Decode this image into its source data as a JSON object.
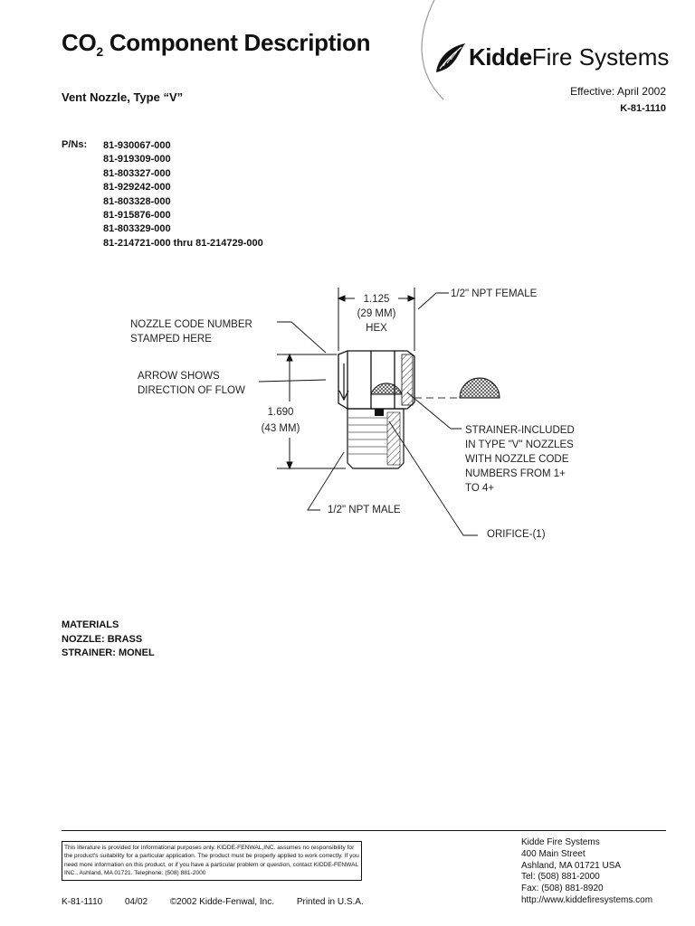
{
  "header": {
    "title_prefix": "CO",
    "title_sub": "2",
    "title_rest": " Component Description",
    "subtitle": "Vent Nozzle, Type “V”",
    "brand_bold": "Kidde",
    "brand_rest": "Fire Systems",
    "effective": "Effective: April 2002",
    "doc_number": "K-81-1110"
  },
  "part_numbers": {
    "label": "P/Ns:",
    "items": [
      "81-930067-000",
      "81-919309-000",
      "81-803327-000",
      "81-929242-000",
      "81-803328-000",
      "81-915876-000",
      "81-803329-000",
      "81-214721-000 thru 81-214729-000"
    ]
  },
  "drawing": {
    "hex_dim": [
      "1.125",
      "(29 MM)",
      "HEX"
    ],
    "female_label": "1/2\" NPT FEMALE",
    "code_label": [
      "NOZZLE CODE NUMBER",
      "STAMPED HERE"
    ],
    "arrow_label": [
      "ARROW SHOWS",
      "DIRECTION OF FLOW"
    ],
    "height_dim": [
      "1.690",
      "(43 MM)"
    ],
    "strainer_label": [
      "STRAINER-INCLUDED",
      "IN TYPE \"V\" NOZZLES",
      "WITH NOZZLE CODE",
      "NUMBERS FROM 1+",
      "TO 4+"
    ],
    "male_label": "1/2\" NPT MALE",
    "orifice_label": "ORIFICE-(1)"
  },
  "materials": {
    "heading": "MATERIALS",
    "nozzle": "NOZZLE: BRASS",
    "strainer": "STRAINER: MONEL"
  },
  "footer": {
    "disclaimer": "This literature is provided for informational purposes only. KIDDE-FENWAL,INC. assumes no responsibility for the product's suitability for a particular application. The product must be properly applied to work correctly. If you need more information on this product, or if you have a particular problem or question, contact KIDDE-FENWAL INC., Ashland, MA 01721. Telephone: (508) 881-2000",
    "address": [
      "Kidde Fire Systems",
      "400 Main Street",
      "Ashland, MA 01721 USA",
      "Tel: (508) 881-2000",
      "Fax: (508) 881-8920",
      "http://www.kiddefiresystems.com"
    ],
    "doc_code": "K-81-1110",
    "date": "04/02",
    "copyright": "©2002 Kidde-Fenwal, Inc.",
    "printed": "Printed in U.S.A."
  }
}
